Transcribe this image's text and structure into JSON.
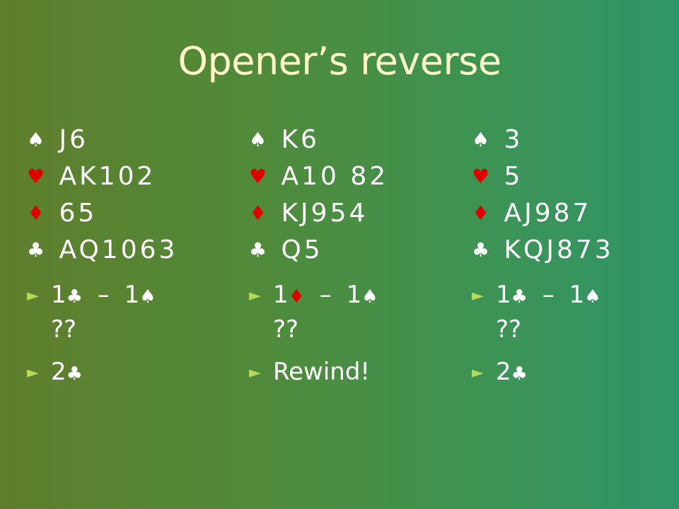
{
  "title": "Opener’s reverse",
  "symbols": {
    "spade": "♠",
    "heart": "♥",
    "diamond": "♦",
    "club": "♣",
    "arrow": "►",
    "dash": "–"
  },
  "colors": {
    "title": "#fffac8",
    "red_suit": "#e00000",
    "arrow": "#b7d95a"
  },
  "hands": [
    {
      "spades": "J6",
      "hearts": "AK102",
      "diamonds": "65",
      "clubs": "AQ1063",
      "bidding": {
        "open_level": "1",
        "open_suit": "club",
        "resp_level": "1",
        "resp_suit": "spade"
      },
      "question": "??",
      "answer": {
        "level": "2",
        "suit": "club",
        "text": ""
      }
    },
    {
      "spades": "K6",
      "hearts": "A10 82",
      "diamonds": "KJ954",
      "clubs": "Q5",
      "bidding": {
        "open_level": "1",
        "open_suit": "diamond",
        "resp_level": "1",
        "resp_suit": "spade"
      },
      "question": "??",
      "answer": {
        "level": "",
        "suit": "",
        "text": "Rewind!"
      }
    },
    {
      "spades": "3",
      "hearts": "5",
      "diamonds": "AJ987",
      "clubs": "KQJ873",
      "bidding": {
        "open_level": "1",
        "open_suit": "club",
        "resp_level": "1",
        "resp_suit": "spade"
      },
      "question": "??",
      "answer": {
        "level": "2",
        "suit": "club",
        "text": ""
      }
    }
  ]
}
